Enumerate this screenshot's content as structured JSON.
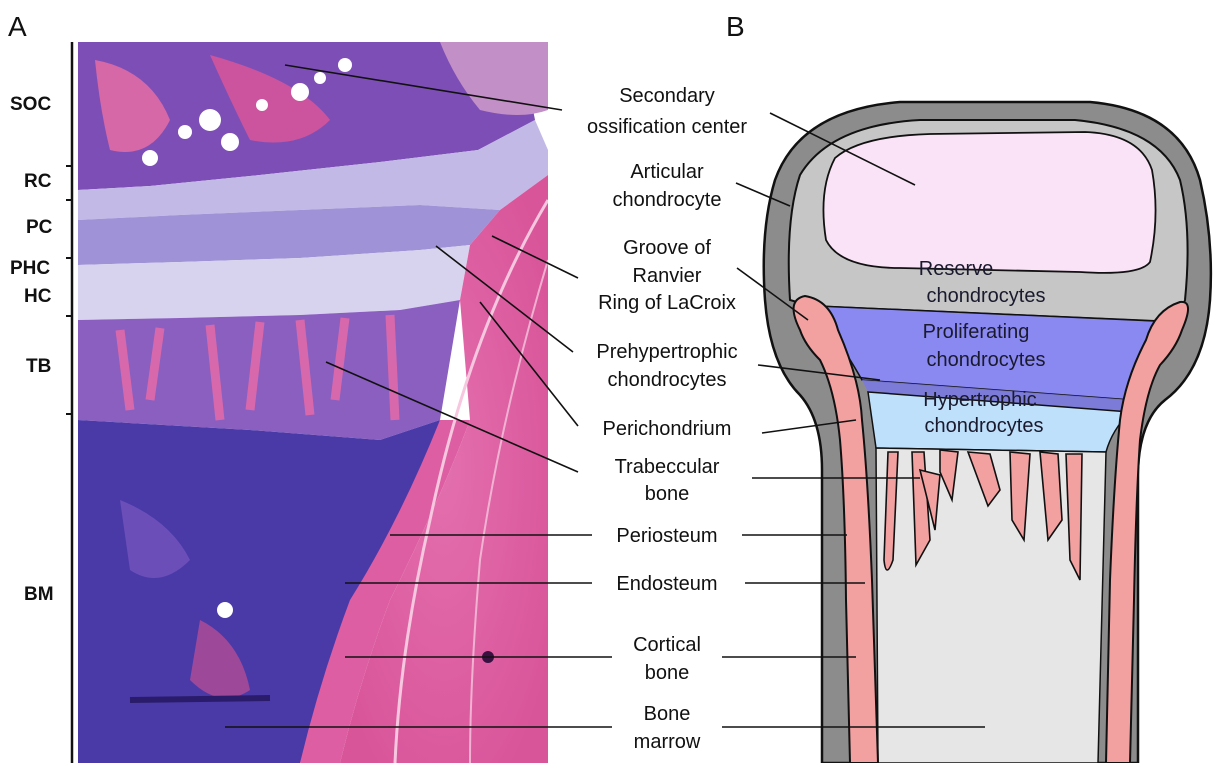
{
  "panels": {
    "left": "A",
    "right": "B"
  },
  "zone_labels": [
    {
      "id": "soc",
      "text": "SOC"
    },
    {
      "id": "rc",
      "text": "RC"
    },
    {
      "id": "pc",
      "text": "PC"
    },
    {
      "id": "phc",
      "text": "PHC"
    },
    {
      "id": "hc",
      "text": "HC"
    },
    {
      "id": "tb",
      "text": "TB"
    },
    {
      "id": "bm",
      "text": "BM"
    }
  ],
  "callouts": {
    "secondary_ossification": [
      "Secondary",
      "ossification center"
    ],
    "articular": [
      "Articular",
      "chondrocyte"
    ],
    "groove": [
      "Groove of",
      "Ranvier",
      "Ring of LaCroix"
    ],
    "prehypertrophic": [
      "Prehypertrophic",
      "chondrocytes"
    ],
    "perichondrium": [
      "Perichondrium"
    ],
    "trabecular": [
      "Trabeccular",
      "bone"
    ],
    "periosteum": [
      "Periosteum"
    ],
    "endosteum": [
      "Endosteum"
    ],
    "cortical": [
      "Cortical",
      "bone"
    ],
    "marrow": [
      "Bone",
      "marrow"
    ]
  },
  "diagram_regions": {
    "reserve": [
      "Reserve",
      "chondrocytes"
    ],
    "proliferating": [
      "Proliferating",
      "chondrocytes"
    ],
    "hypertrophic": [
      "Hypertrophic",
      "chondrocytes"
    ]
  },
  "colors": {
    "periosteum_gray": "#8c8c8c",
    "articular_gray": "#c6c6c6",
    "soc_pink": "#fbe3f7",
    "proliferating_blue": "#8a89f2",
    "hypertrophic_blue": "#bfe0fb",
    "bone_red": "#f2a0a0",
    "marrow_gray": "#e6e6e6",
    "histology_purple": "#6b4fb8",
    "histology_pink": "#e16aa6",
    "cartilage_lilac": "#b3a6dc"
  }
}
